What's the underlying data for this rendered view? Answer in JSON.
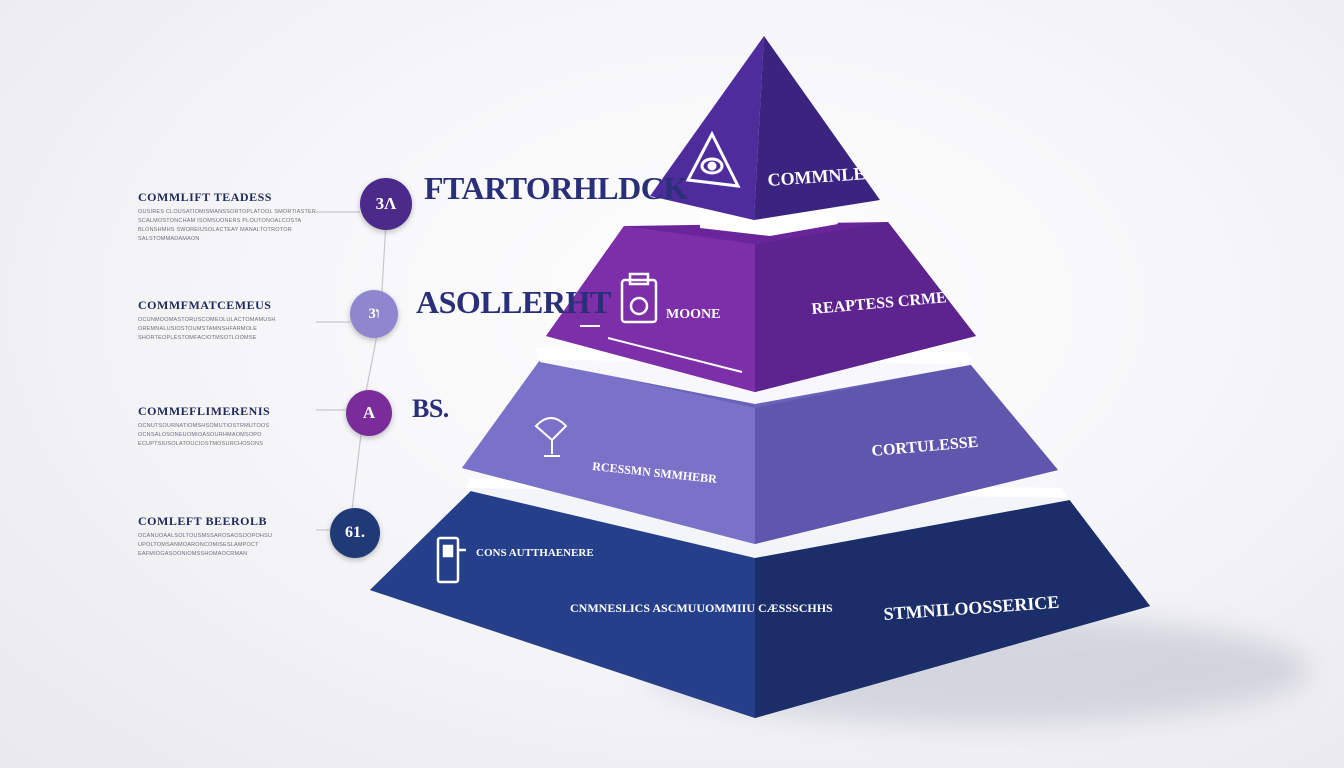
{
  "colors": {
    "tier1": "#4a2a93",
    "tier2": "#7b2fa6",
    "tier3": "#7a6fc4",
    "tier4": "#263f8a",
    "badge1": "#4b2a8a",
    "badge2": "#8e86cf",
    "badge3": "#7a2d9a",
    "badge4": "#1f3a76"
  },
  "levels": [
    {
      "badge": "3Λ",
      "heading": "FTARTORHLDCK",
      "side_title": "COMMLIFT TEADESS",
      "side_text": "OUSIRES CLOUSATIOMISMANSSORTOPLATOOL SMORTIASTER SCALMOSTONCHAM ISOMSUONERS PLOUTONOALCOSTA BLONSHMHS SWOREIUSOLACTEAY MANALTOTROTOR SALSTOMMADAMAON",
      "icon": "triangle-eye-icon",
      "front_label": "",
      "side_label": "COMMNLE"
    },
    {
      "badge": "3ו",
      "heading": "ASOLLERHT",
      "side_title": "COMMFMATCEMEUS",
      "side_text": "OCUNMOOMASTORUSCOMEOLULACTOMAMUSH OREMNALUSIOSTOUMSTAMNSHFARMOLE SHORTEOPLESTOMFACIOTMSOTLOOMSE",
      "icon": "tablet-icon",
      "front_label": "MOONE",
      "side_label": "REAPTESS CRME"
    },
    {
      "badge": "Α",
      "heading": "BS.",
      "side_title": "COMMEFLIMERENIS",
      "side_text": "OCNUTSOURNATIOMSHSOMUTIOSTRMUTOOS OCNSALOSONEUOMIOASOURHMAOMSOPO ECUPTSIUSOLATOUCIOSTMOSURCHOSONS",
      "icon": "lamp-icon",
      "front_label": "RCESSMN SMMHEBR",
      "side_label": "CORTULESSE"
    },
    {
      "badge": "61.",
      "heading": "",
      "side_title": "COMLEFT BEEROLB",
      "side_text": "OCANUOAALSOLTOUSMSSAROSAOSOOPOHSU UPOLTOMSANMOARONCOMISESLAMPOCT EAFMIOGASOONIOMSSHOMAOCRMAN",
      "icon": "device-icon",
      "front_label": "CONS AUTTHAENERE",
      "front_label_2": "CNMNESLICS ASCMUUOMMIIU CÆSSSCHHS",
      "side_label": "STMNILOOSSERICE"
    }
  ]
}
